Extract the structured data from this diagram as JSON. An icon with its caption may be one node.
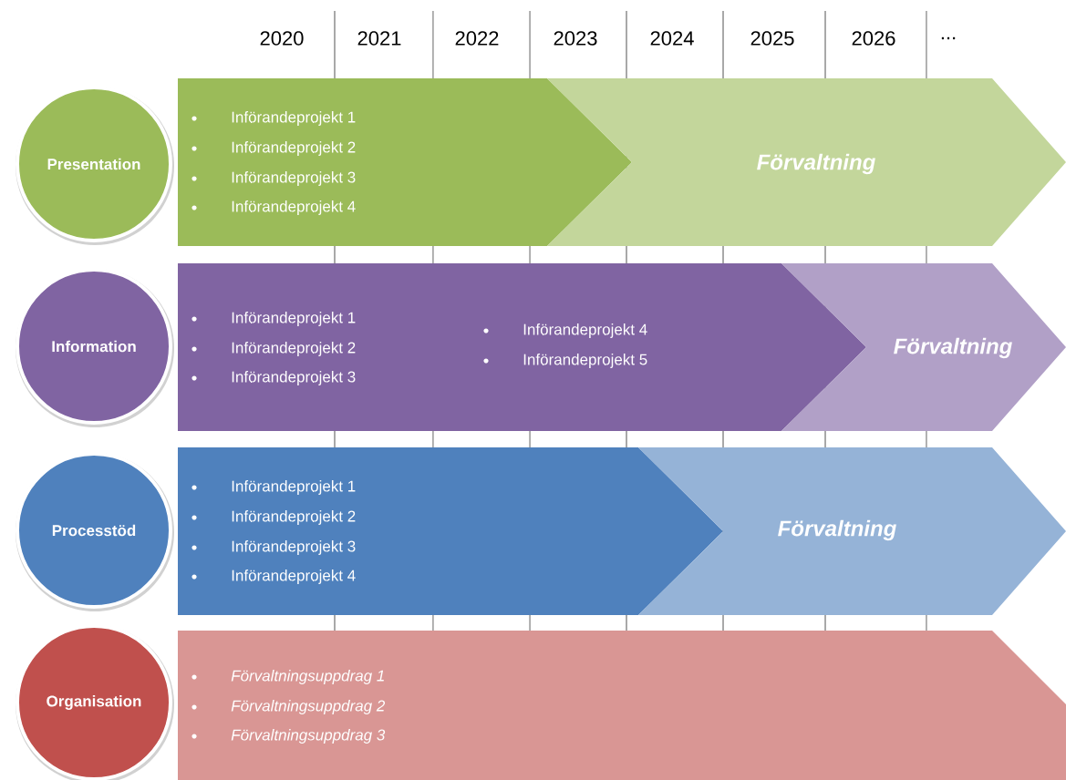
{
  "diagram": {
    "nodes": [
      {
        "text": [
          "Presentation"
        ]
      },
      {
        "text": [
          "Införandeprojekt 1",
          "Införandeprojekt 2",
          "Införandeprojekt 3",
          "Införandeprojekt 4"
        ]
      },
      {
        "text": [
          "Förvaltning"
        ]
      },
      {
        "text": [
          "Information"
        ]
      },
      {
        "text": [
          "Införandeprojekt 1",
          "Införandeprojekt 2",
          "Införandeprojekt 3",
          "Införandeprojekt 4",
          "Införandeprojekt 5"
        ]
      },
      {
        "text": [
          "Förvaltning"
        ]
      },
      {
        "text": [
          "Processtöd"
        ]
      },
      {
        "text": [
          "Införandeprojekt 1",
          "Införandeprojekt 2",
          "Införandeprojekt 3",
          "Införandeprojekt 4"
        ]
      },
      {
        "text": [
          "Förvaltning"
        ]
      },
      {
        "text": [
          "Organisation"
        ]
      },
      {
        "text": [
          "Förvaltningsuppdrag 1",
          "Förvaltningsuppdrag 2",
          "Förvaltningsuppdrag 3"
        ]
      }
    ],
    "labels": [
      "2020",
      "2021",
      "2022",
      "2023",
      "2024",
      "2025",
      "2026",
      "..."
    ]
  }
}
